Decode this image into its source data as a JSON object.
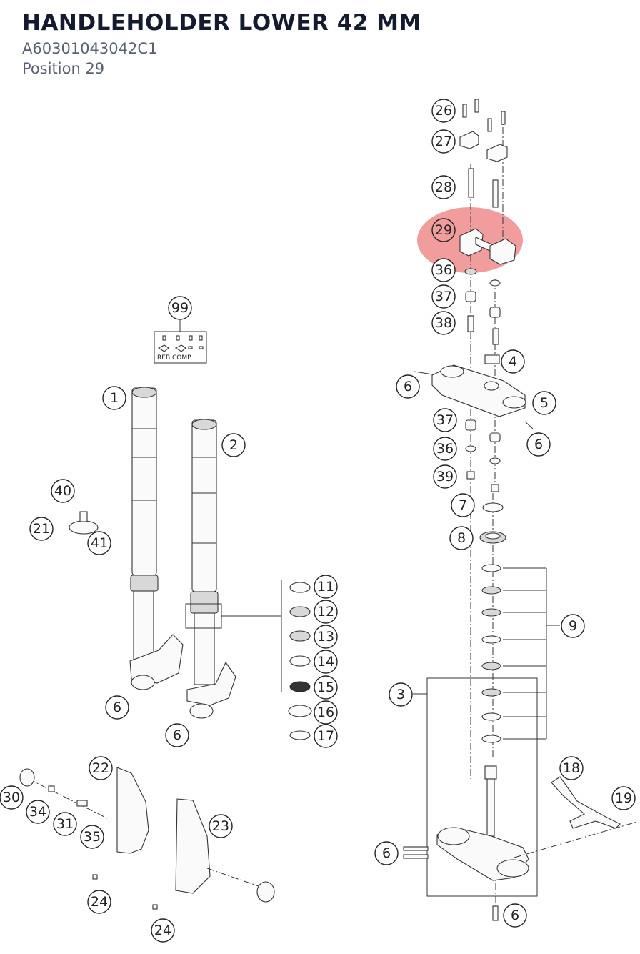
{
  "header": {
    "title": "HANDLEHOLDER LOWER 42 MM",
    "part_number": "A60301043042C1",
    "position": "Position 29"
  },
  "diagram": {
    "highlight_color": "#f08c8c",
    "highlighted_callout": "29",
    "kit_label": "REB COMP",
    "callouts": [
      "26",
      "27",
      "28",
      "29",
      "36",
      "37",
      "38",
      "4",
      "6",
      "5",
      "6",
      "37",
      "36",
      "39",
      "7",
      "8",
      "9",
      "99",
      "1",
      "2",
      "40",
      "21",
      "41",
      "11",
      "12",
      "13",
      "14",
      "15",
      "16",
      "17",
      "6",
      "6",
      "3",
      "18",
      "19",
      "22",
      "23",
      "30",
      "34",
      "31",
      "35",
      "24",
      "24",
      "6",
      "6"
    ]
  }
}
